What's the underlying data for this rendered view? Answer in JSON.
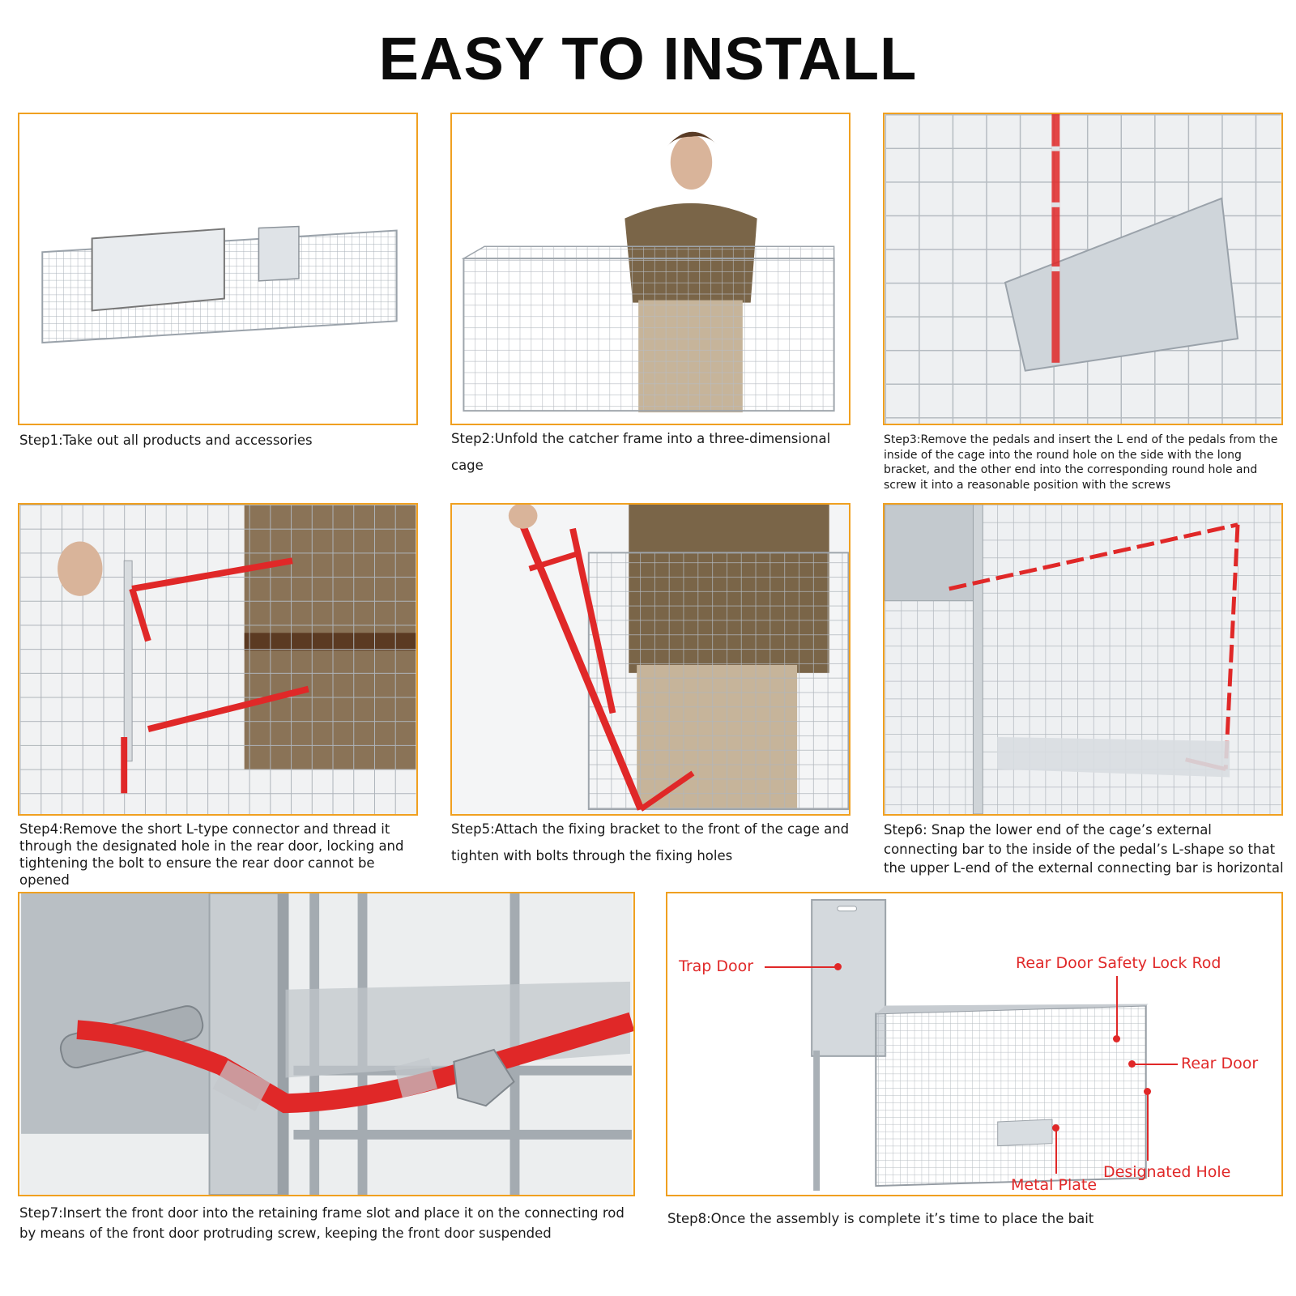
{
  "title": "EASY TO INSTALL",
  "steps": [
    "Step1:Take out all products and accessories",
    "Step2:Unfold the catcher frame into a three-dimensional cage",
    "Step3:Remove the pedals and insert the L end of the pedals from the inside of the cage into the round hole on the side with the long bracket, and the other end into the corresponding round hole and screw it into a reasonable position with the screws",
    "Step4:Remove the short L-type connector and thread it through the designated hole in the rear door, locking and tightening the bolt to ensure the rear door cannot be opened",
    "Step5:Attach the fixing bracket to the front of the cage and tighten with bolts through the fixing holes",
    "Step6: Snap the lower end of the cage’s external connecting bar to the inside of the pedal’s L-shape so that the upper L-end of the external connecting bar is horizontal",
    "Step7:Insert the front door into the retaining frame slot and place it on the connecting rod by means of the front door protruding screw, keeping the front door suspended",
    "Step8:Once the assembly is complete it’s time to place the bait"
  ],
  "callouts": {
    "trap_door": "Trap Door",
    "rear_door_safety_lock_rod": "Rear Door Safety Lock Rod",
    "rear_door": "Rear Door",
    "metal_plate": "Metal Plate",
    "designated_hole": "Designated Hole"
  },
  "colors": {
    "frame_border": "#f0a020",
    "accent_red": "#e02828",
    "cage_wire": "#b9bec4"
  }
}
